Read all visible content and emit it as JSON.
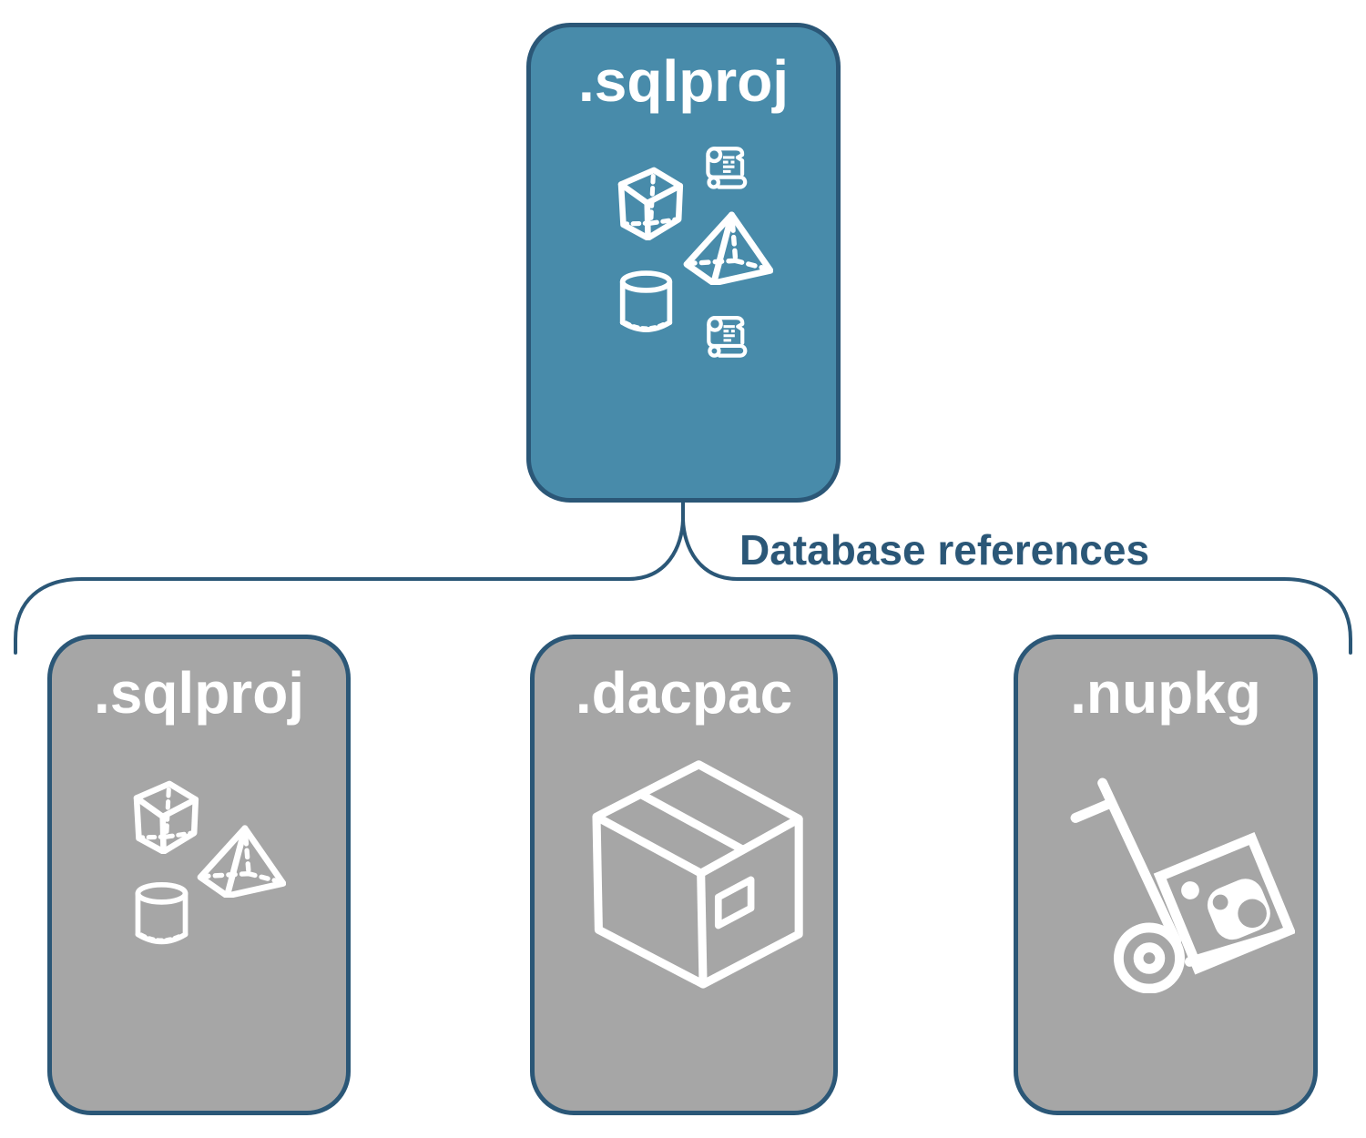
{
  "diagram": {
    "root": {
      "label": ".sqlproj",
      "icons": [
        "scroll-icon",
        "cube-icon",
        "pyramid-icon",
        "cylinder-icon",
        "scroll-icon"
      ]
    },
    "connector": {
      "label": "Database references"
    },
    "children": [
      {
        "label": ".sqlproj",
        "icons": [
          "cube-icon",
          "pyramid-icon",
          "cylinder-icon"
        ]
      },
      {
        "label": ".dacpac",
        "icons": [
          "package-box-icon"
        ]
      },
      {
        "label": ".nupkg",
        "icons": [
          "nuget-dolly-icon"
        ]
      }
    ],
    "colors": {
      "root_fill": "#488baa",
      "child_fill": "#a6a6a6",
      "outline": "#2b5777",
      "connector_line": "#2b5777",
      "label_text": "#2b5777",
      "icon": "#ffffff"
    }
  }
}
